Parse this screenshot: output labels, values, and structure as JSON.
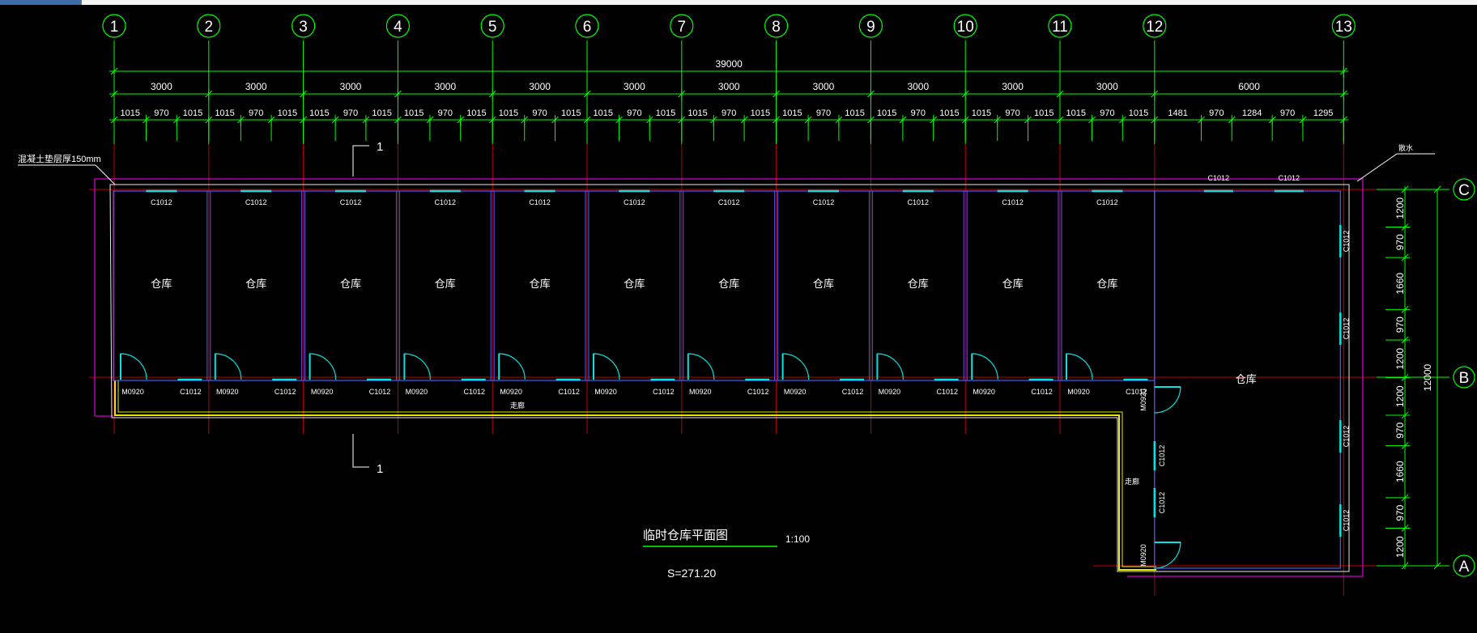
{
  "axes_top": [
    "1",
    "2",
    "3",
    "4",
    "5",
    "6",
    "7",
    "8",
    "9",
    "10",
    "11",
    "12",
    "13"
  ],
  "axes_right": [
    "C",
    "B",
    "A"
  ],
  "dim_total_top": "39000",
  "dim_bays": [
    "3000",
    "3000",
    "3000",
    "3000",
    "3000",
    "3000",
    "3000",
    "3000",
    "3000",
    "3000",
    "3000",
    "6000"
  ],
  "dim_openings": [
    [
      "1015",
      "970",
      "1015"
    ],
    [
      "1015",
      "970",
      "1015"
    ],
    [
      "1015",
      "970",
      "1015"
    ],
    [
      "1015",
      "970",
      "1015"
    ],
    [
      "1015",
      "970",
      "1015"
    ],
    [
      "1015",
      "970",
      "1015"
    ],
    [
      "1015",
      "970",
      "1015"
    ],
    [
      "1015",
      "970",
      "1015"
    ],
    [
      "1015",
      "970",
      "1015"
    ],
    [
      "1015",
      "970",
      "1015"
    ],
    [
      "1015",
      "970",
      "1015"
    ],
    [
      "1481",
      "970",
      "1284",
      "970",
      "1295"
    ]
  ],
  "dim_right_total": "12000",
  "dim_right_segments": [
    "1200",
    "970",
    "1660",
    "970",
    "1200",
    "1200",
    "970",
    "1660",
    "970",
    "1200"
  ],
  "room_label": "仓库",
  "window_label": "C1012",
  "door_label": "M0920",
  "corridor_label": "走廊",
  "floor_note": "混凝土垫层厚150mm",
  "note_right": "散水",
  "section_mark": "1",
  "title": "临时仓库平面图",
  "scale": "1:100",
  "area": "S=271.20",
  "colors": {
    "axis_green": "#00ff00",
    "wall_blue": "#4a5cff",
    "window_cyan": "#00e5e5",
    "outline_white": "#e8e8e8",
    "slab_magenta": "#d000d0",
    "corridor_yellow": "#e8e800",
    "grid_red": "#c00000"
  }
}
